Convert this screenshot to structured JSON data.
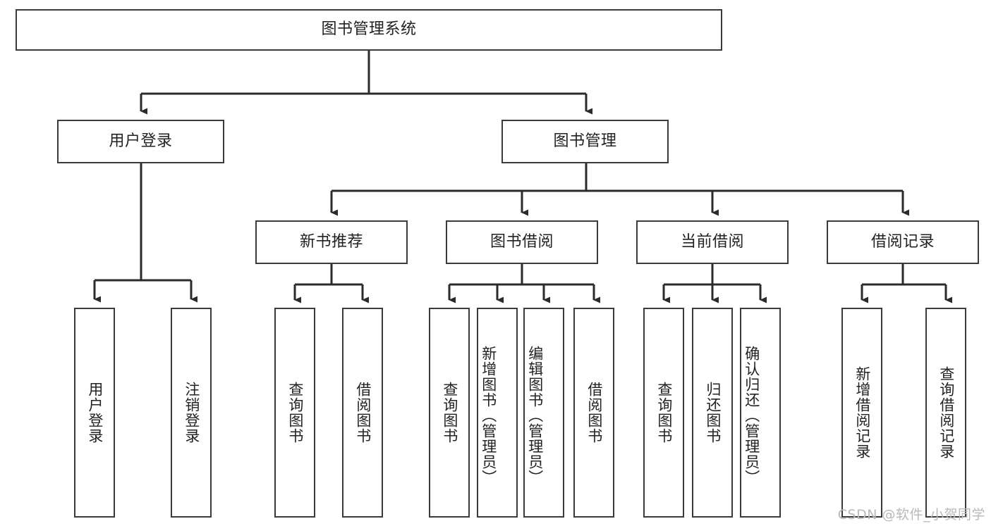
{
  "diagram": {
    "type": "tree",
    "orientation": "top-down",
    "title": "图书管理系统",
    "watermark": "CSDN @软件_小贺同学",
    "colors": {
      "node_border": "#3b3b3b",
      "node_fill": "#ffffff",
      "connector": "#2b2b2b",
      "text": "#222222",
      "watermark": "#b9b9b9",
      "background": "#ffffff"
    },
    "levels": [
      {
        "level": 0,
        "nodes": [
          {
            "id": "root",
            "label": "图书管理系统",
            "orientation": "horizontal"
          }
        ]
      },
      {
        "level": 1,
        "nodes": [
          {
            "id": "login",
            "label": "用户登录",
            "orientation": "horizontal",
            "parent": "root"
          },
          {
            "id": "bookmgmt",
            "label": "图书管理",
            "orientation": "horizontal",
            "parent": "root"
          }
        ]
      },
      {
        "level": 2,
        "nodes": [
          {
            "id": "newbook",
            "label": "新书推荐",
            "orientation": "horizontal",
            "parent": "bookmgmt"
          },
          {
            "id": "borrow",
            "label": "图书借阅",
            "orientation": "horizontal",
            "parent": "bookmgmt"
          },
          {
            "id": "current",
            "label": "当前借阅",
            "orientation": "horizontal",
            "parent": "bookmgmt"
          },
          {
            "id": "records",
            "label": "借阅记录",
            "orientation": "horizontal",
            "parent": "bookmgmt"
          }
        ]
      },
      {
        "level": 3,
        "nodes": [
          {
            "id": "leaf-login-1",
            "label": "用户登录",
            "orientation": "vertical",
            "parent": "login"
          },
          {
            "id": "leaf-login-2",
            "label": "注销登录",
            "orientation": "vertical",
            "parent": "login"
          },
          {
            "id": "leaf-newbook-1",
            "label": "查询图书",
            "orientation": "vertical",
            "parent": "newbook"
          },
          {
            "id": "leaf-newbook-2",
            "label": "借阅图书",
            "orientation": "vertical",
            "parent": "newbook"
          },
          {
            "id": "leaf-borrow-1",
            "label": "查询图书",
            "orientation": "vertical",
            "parent": "borrow"
          },
          {
            "id": "leaf-borrow-2",
            "label": "新增图书（管理员）",
            "orientation": "vertical",
            "parent": "borrow"
          },
          {
            "id": "leaf-borrow-3",
            "label": "编辑图书（管理员）",
            "orientation": "vertical",
            "parent": "borrow"
          },
          {
            "id": "leaf-borrow-4",
            "label": "借阅图书",
            "orientation": "vertical",
            "parent": "borrow"
          },
          {
            "id": "leaf-current-1",
            "label": "查询图书",
            "orientation": "vertical",
            "parent": "current"
          },
          {
            "id": "leaf-current-2",
            "label": "归还图书",
            "orientation": "vertical",
            "parent": "current"
          },
          {
            "id": "leaf-current-3",
            "label": "确认归还（管理员）",
            "orientation": "vertical",
            "parent": "current"
          },
          {
            "id": "leaf-records-1",
            "label": "新增借阅记录",
            "orientation": "vertical",
            "parent": "records"
          },
          {
            "id": "leaf-records-2",
            "label": "查询借阅记录",
            "orientation": "vertical",
            "parent": "records"
          }
        ]
      }
    ]
  }
}
